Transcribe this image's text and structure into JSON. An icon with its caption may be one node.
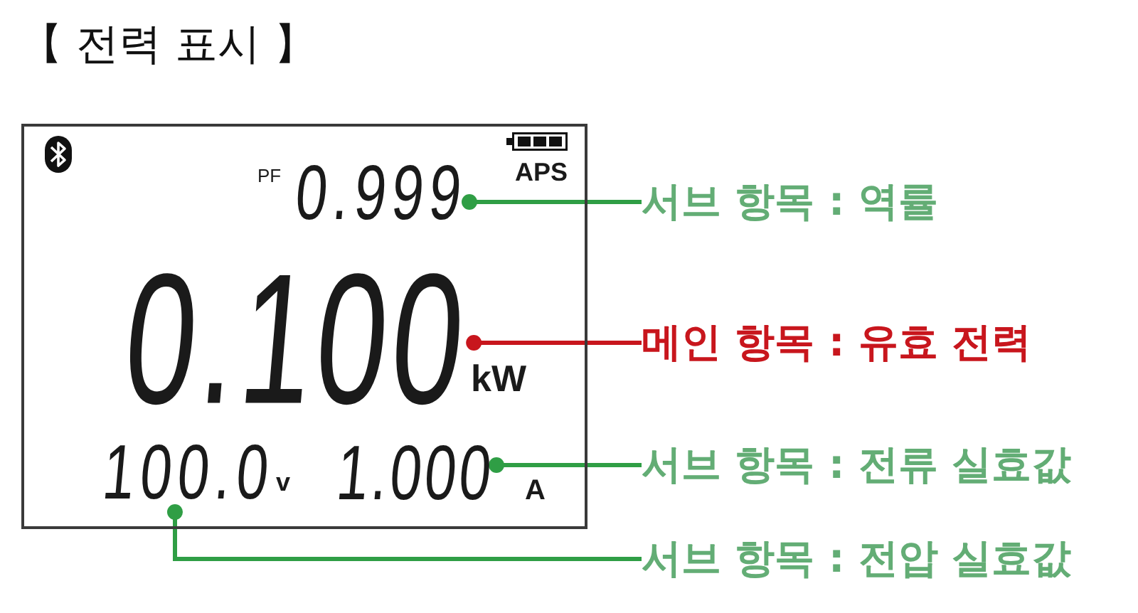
{
  "diagram": {
    "title": "【 전력 표시 】",
    "nodes": [
      {
        "text": [
          "APS"
        ]
      },
      {
        "text": [
          "0.999"
        ],
        "beside": [
          "PF"
        ],
        "in": 0
      },
      {
        "text": [
          "0.100"
        ],
        "beside": [
          "kW"
        ],
        "in": 0
      },
      {
        "text": [
          "100.0"
        ],
        "beside": [
          "v"
        ],
        "in": 0
      },
      {
        "text": [
          "1.000"
        ],
        "beside": [
          "A"
        ],
        "in": 0
      },
      {
        "text": [
          "서브 항목 : 역률"
        ]
      },
      {
        "text": [
          "메인 항목 : 유효 전력"
        ]
      },
      {
        "text": [
          "서브 항목 : 전류 실효값"
        ]
      },
      {
        "text": [
          "서브 항목 : 전압 실효값"
        ]
      }
    ],
    "edges": [
      {
        "from": 5,
        "to": 1,
        "arrow": "other"
      },
      {
        "from": 6,
        "to": 2,
        "arrow": "other",
        "color": "#c8161d"
      },
      {
        "from": 7,
        "to": 4,
        "arrow": "other"
      },
      {
        "from": 8,
        "to": 3,
        "arrow": "other"
      }
    ]
  }
}
